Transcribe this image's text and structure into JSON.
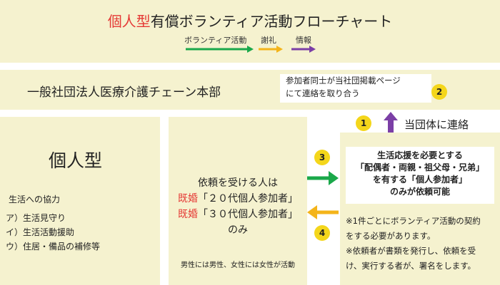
{
  "title": {
    "highlight": "個人型",
    "rest": "有償ボランティア活動フローチャート"
  },
  "legend": [
    {
      "label": "ボランティア活動",
      "color": "#1aa84a"
    },
    {
      "label": "謝礼",
      "color": "#f4b41a"
    },
    {
      "label": "情報",
      "color": "#7b3fa6"
    }
  ],
  "org": {
    "name": "一般社団法人医療介護チェーン本部"
  },
  "note_top": {
    "line1": "参加者同士が当社団掲載ページ",
    "line2": "にて連絡を取り合う"
  },
  "badges": {
    "b1": "1",
    "b2": "2",
    "b3": "3",
    "b4": "4"
  },
  "contact_label": "当団体に連絡",
  "left_panel": {
    "title": "個人型",
    "heading": "生活への協力",
    "items": [
      "ア）生活見守り",
      "イ）生活活動援助",
      "ウ）住居・備品の補修等"
    ]
  },
  "middle_panel": {
    "line1": "依頼を受ける人は",
    "line2_red": "既婚",
    "line2_rest": "「２０代個人参加者」",
    "line3_red": "既婚",
    "line3_rest": "「３０代個人参加者」",
    "line4": "のみ",
    "footer": "男性には男性、女性には女性が活動"
  },
  "right_panel": {
    "box_lines": [
      "生活応援を必要とする",
      "「配偶者・両親・祖父母・兄弟」",
      "を有する「個人参加者」",
      "のみが依頼可能"
    ],
    "notes": [
      "※1件ごとにボランティア活動の契約",
      "をする必要があります。",
      "※依頼者が書類を発行し、依頼を受",
      "け、実行する者が、署名をします。"
    ]
  }
}
